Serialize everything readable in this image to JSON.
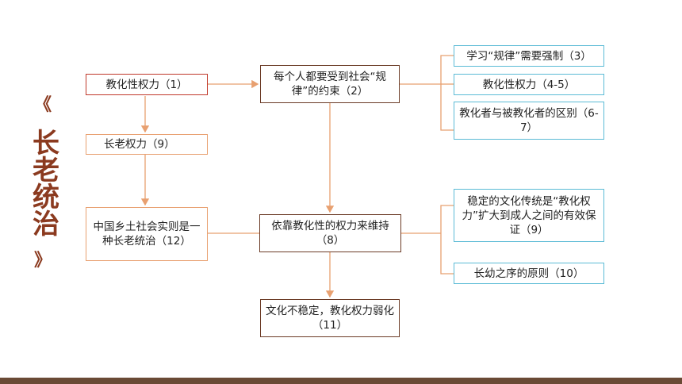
{
  "title": {
    "open_bracket": "《",
    "text": "长老统治",
    "close_bracket": "》"
  },
  "nodes": {
    "jiaohua_power": "教化性权力（1）",
    "elder_power": "长老权力（9）",
    "china_rural": "中国乡土社会实则是一种长老统治（12）",
    "social_rules": "每个人都要受到社会“规律”的约束（2）",
    "rely_power": "依靠教化性的权力来维持（8）",
    "culture_unstable": "文化不稳定，教化权力弱化（11）",
    "learn_rules": "学习“规律”需要强制（3）",
    "jiaohua_power_2": "教化性权力（4-5）",
    "educator_diff": "教化者与被教化者的区别（6-7）",
    "stable_culture": "稳定的文化传统是“教化权力”扩大到成人之间的有效保证（9）",
    "elder_order": "长幼之序的原则（10）"
  },
  "colors": {
    "title": "#8b3a1f",
    "red_border": "#c0392b",
    "orange_border": "#e8a070",
    "brown_border": "#6b3b26",
    "blue_border": "#5bbbd6",
    "footer": "#6a4a35"
  }
}
